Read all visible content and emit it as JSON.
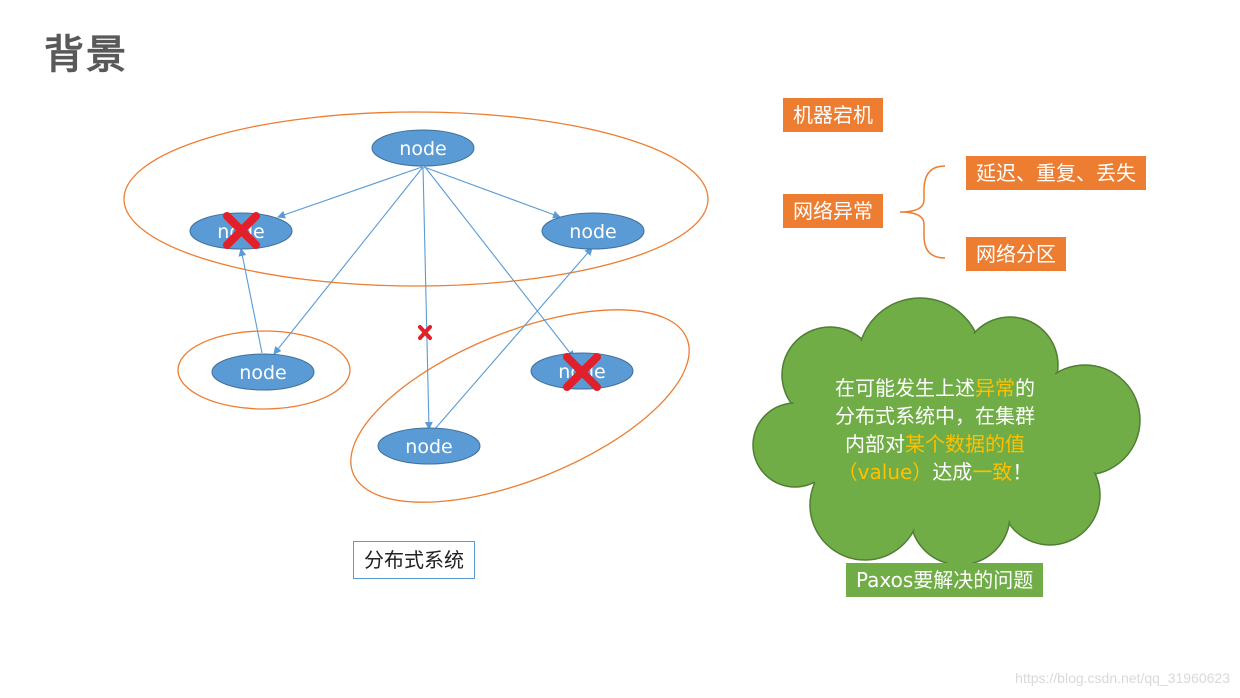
{
  "title": "背景",
  "node_label": "node",
  "system_caption": "分布式系统",
  "failures": {
    "machine_down": "机器宕机",
    "network_abnormal": "网络异常",
    "delay_dup_loss": "延迟、重复、丢失",
    "network_partition": "网络分区"
  },
  "cloud": {
    "l1a": "在可能发生上述",
    "l1b": "异常",
    "l1c": "的",
    "l2": "分布式系统中，在集群",
    "l3a": "内部对",
    "l3b": "某个数据的值",
    "l4a": "（value）",
    "l4b": "达成",
    "l4c": "一致",
    "l4d": "！"
  },
  "problem_label": "Paxos要解决的问题",
  "watermark": "https://blog.csdn.net/qq_31960623",
  "colors": {
    "node": "#5b9bd5",
    "orange": "#ed7d31",
    "green": "#70ad47",
    "highlight": "#ffc000",
    "cross": "#e0202a"
  }
}
